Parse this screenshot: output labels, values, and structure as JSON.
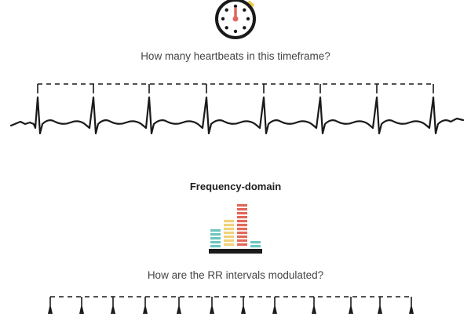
{
  "diagram": {
    "question_1": "How many heartbeats in this timeframe?",
    "heading_2": "Frequency-domain",
    "question_2": "How are the RR intervals modulated?"
  },
  "icons": {
    "top": "stopwatch-icon",
    "middle": "spectrum-bars-icon"
  },
  "colors": {
    "ink": "#1a1a1a",
    "stopwatch_hand": "#e0675f",
    "stopwatch_crown": "#f2c84b",
    "bar_red": "#e2675b",
    "bar_yellow": "#efd27a",
    "bar_teal": "#6ec6c0"
  }
}
